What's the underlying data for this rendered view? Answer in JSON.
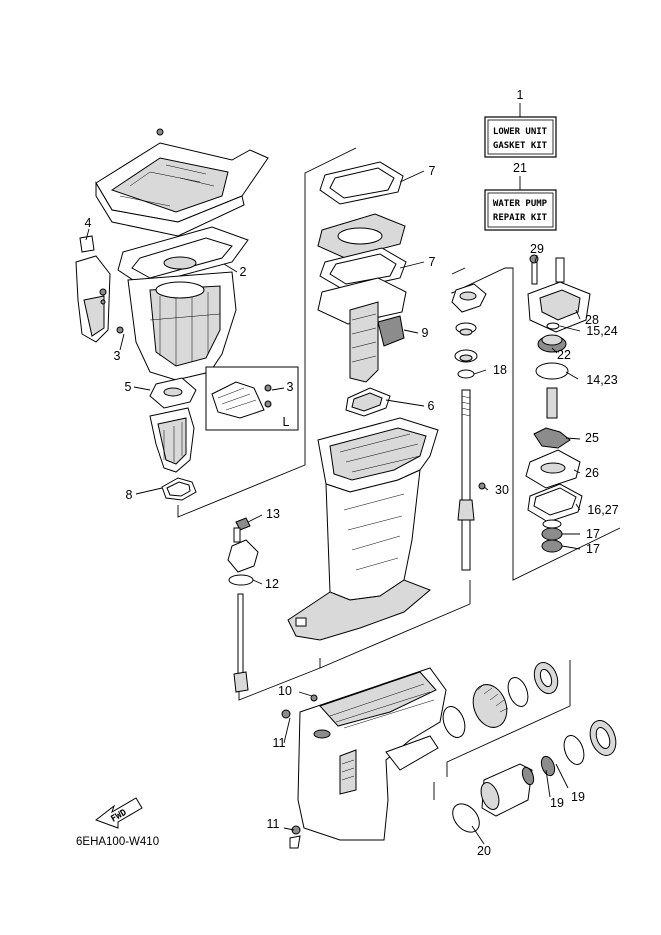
{
  "kits": [
    {
      "number": "1",
      "line1": "LOWER UNIT",
      "line2": "GASKET KIT"
    },
    {
      "number": "21",
      "line1": "WATER PUMP",
      "line2": "REPAIR KIT"
    }
  ],
  "callouts": {
    "c4": "4",
    "c2": "2",
    "c3a": "3",
    "c3b": "3",
    "c5": "5",
    "c6": "6",
    "c7a": "7",
    "c7b": "7",
    "c8": "8",
    "c9": "9",
    "c10": "10",
    "c11a": "11",
    "c11b": "11",
    "c12": "12",
    "c13": "13",
    "c14_23": "14,23",
    "c15_24": "15,24",
    "c16_27": "16,27",
    "c17a": "17",
    "c17b": "17",
    "c18": "18",
    "c19a": "19",
    "c19b": "19",
    "c20": "20",
    "c22": "22",
    "c25": "25",
    "c26": "26",
    "c28": "28",
    "c29": "29",
    "c30": "30"
  },
  "inset_label": "L",
  "fwd_label": "FWD",
  "diagram_code": "6EHA100-W410"
}
